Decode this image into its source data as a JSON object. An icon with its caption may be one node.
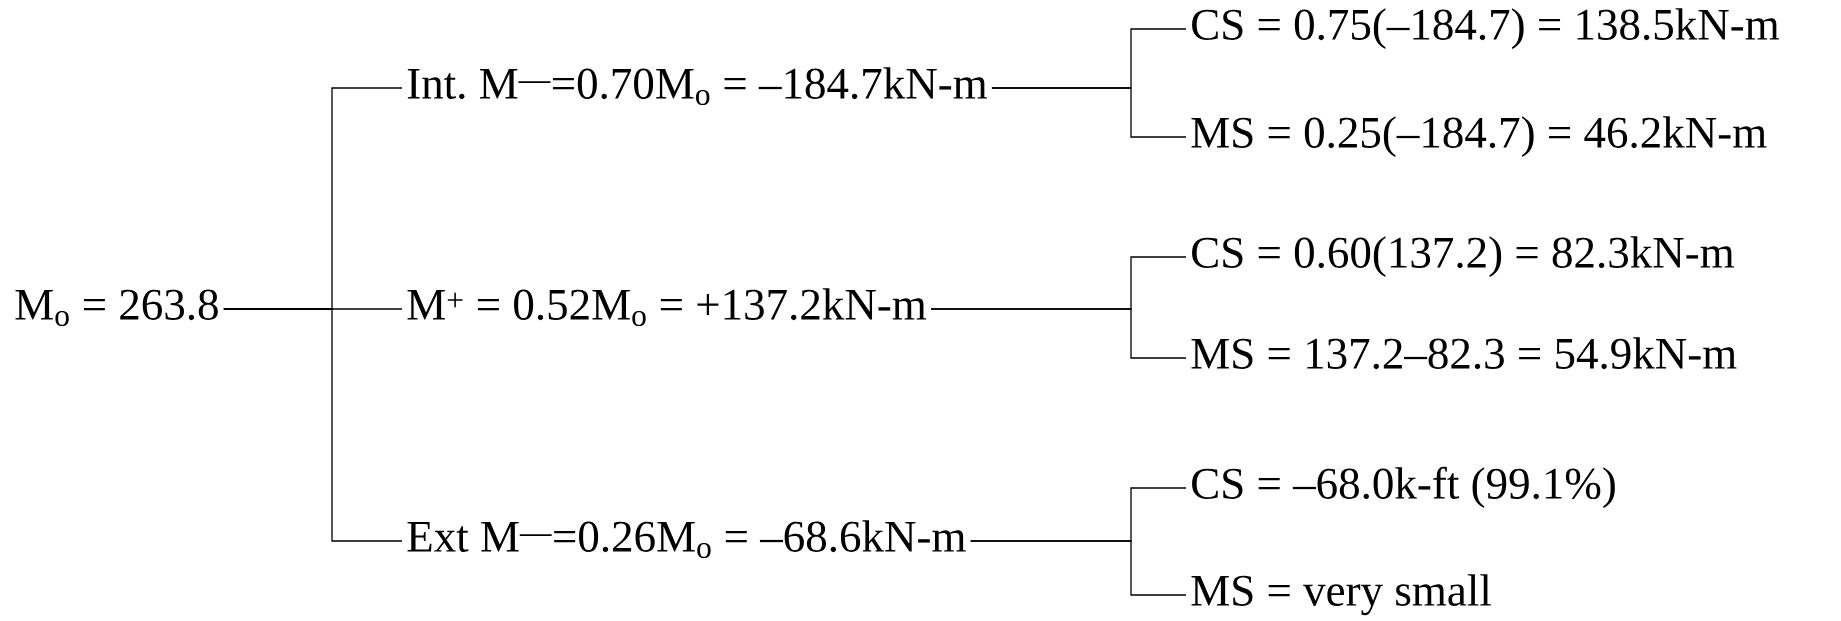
{
  "diagram": {
    "nodes": [
      {
        "text": [
          "M$_{o}$ = 263.8"
        ]
      },
      {
        "text": [
          "Int. M$^{—}$=0.70M$_{o}$ = –184.7kN-m"
        ]
      },
      {
        "text": [
          "M$^{+}$ = 0.52M$_{o}$ = +137.2kN-m"
        ]
      },
      {
        "text": [
          "Ext M$^{—}$=0.26M$_{o}$ = –68.6kN-m"
        ]
      },
      {
        "text": [
          "CS = 0.75(–184.7) = 138.5kN-m"
        ]
      },
      {
        "text": [
          "MS = 0.25(–184.7) = 46.2kN-m"
        ]
      },
      {
        "text": [
          "CS = 0.60(137.2) = 82.3kN-m"
        ]
      },
      {
        "text": [
          "MS = 137.2–82.3 = 54.9kN-m"
        ]
      },
      {
        "text": [
          "CS = –68.0k-ft (99.1%)"
        ]
      },
      {
        "text": [
          "MS = very small"
        ]
      }
    ],
    "edges": [
      {
        "from": 0,
        "to": 1,
        "arrow": "none"
      },
      {
        "from": 0,
        "to": 2,
        "arrow": "none"
      },
      {
        "from": 0,
        "to": 3,
        "arrow": "none"
      },
      {
        "from": 1,
        "to": 4,
        "arrow": "none"
      },
      {
        "from": 1,
        "to": 5,
        "arrow": "none"
      },
      {
        "from": 2,
        "to": 6,
        "arrow": "none"
      },
      {
        "from": 2,
        "to": 7,
        "arrow": "none"
      },
      {
        "from": 3,
        "to": 8,
        "arrow": "none"
      },
      {
        "from": 3,
        "to": 9,
        "arrow": "none"
      }
    ]
  }
}
